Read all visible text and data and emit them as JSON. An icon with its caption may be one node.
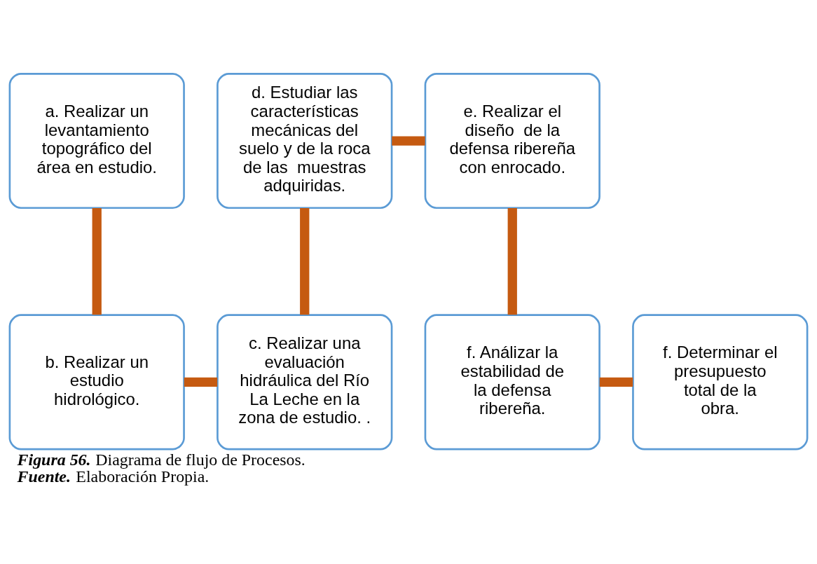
{
  "diagram": {
    "caption": "Figura 56. Diagrama de flujo de Procesos.",
    "nodes": [
      {
        "text": [
          "a. Realizar un levantamiento topográfico del área en estudio."
        ]
      },
      {
        "text": [
          "b. Realizar un estudio hidrológico."
        ]
      },
      {
        "text": [
          "c. Realizar una evaluación hidráulica del Río La Leche en la zona de estudio. ."
        ]
      },
      {
        "text": [
          "d. Estudiar las características mecánicas del suelo y de la roca de las  muestras adquiridas."
        ]
      },
      {
        "text": [
          "e. Realizar el diseño  de la defensa ribereña con enrocado."
        ]
      },
      {
        "text": [
          "f. Análizar la estabilidad de la defensa ribereña."
        ]
      },
      {
        "text": [
          "f. Determinar el presupuesto total de la obra."
        ]
      }
    ],
    "edges": [
      {
        "from": 0,
        "to": 1,
        "arrow": "none"
      },
      {
        "from": 1,
        "to": 2,
        "arrow": "none"
      },
      {
        "from": 2,
        "to": 3,
        "arrow": "none"
      },
      {
        "from": 3,
        "to": 4,
        "arrow": "none"
      },
      {
        "from": 4,
        "to": 5,
        "arrow": "none"
      },
      {
        "from": 5,
        "to": 6,
        "arrow": "none"
      }
    ],
    "labels": [
      "Fuente. Elaboración Propia."
    ]
  }
}
